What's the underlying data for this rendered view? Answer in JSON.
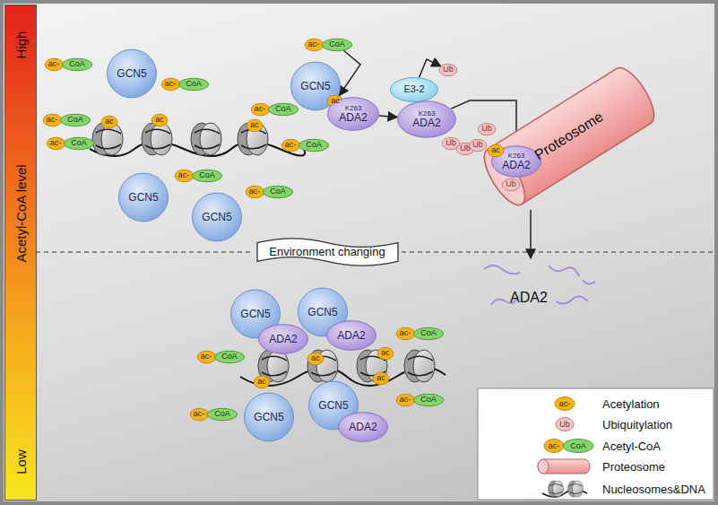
{
  "diagram": {
    "nodes": [
      {
        "text": [
          "High",
          "Acetyl-CoA level",
          "Low"
        ]
      },
      {
        "text": [
          "ac-"
        ]
      },
      {
        "text": [
          "CoA"
        ]
      },
      {
        "text": [
          "GCN5"
        ]
      },
      {
        "text": [
          "ac-"
        ]
      },
      {
        "text": [
          "CoA"
        ]
      },
      {
        "text": [
          "ac-"
        ]
      },
      {
        "text": [
          "CoA"
        ]
      },
      {
        "text": [
          "GCN5"
        ]
      },
      {
        "text": [
          "ac"
        ]
      },
      {
        "text": [
          "ADA2",
          "K263"
        ]
      },
      {
        "text": [
          "E3-2"
        ]
      },
      {
        "text": [
          "Ub"
        ]
      },
      {
        "text": [
          "ADA2",
          "K263"
        ]
      },
      {
        "text": [
          "Ub"
        ]
      },
      {
        "text": [
          "Ub"
        ]
      },
      {
        "text": [
          "Ub"
        ]
      },
      {
        "text": [
          "Ub"
        ]
      },
      {
        "text": [
          "Proteosome"
        ]
      },
      {
        "text": [
          "ADA2",
          "K263"
        ]
      },
      {
        "text": [
          "ac"
        ]
      },
      {
        "text": [
          "Ub"
        ]
      },
      {
        "text": [
          "ac-"
        ]
      },
      {
        "text": [
          "CoA"
        ]
      },
      {
        "text": [
          "ac-"
        ]
      },
      {
        "text": [
          "CoA"
        ]
      },
      {
        "text": [
          "ac-"
        ]
      },
      {
        "text": [
          "CoA"
        ]
      },
      {
        "text": [
          "ac-"
        ]
      },
      {
        "text": [
          "CoA"
        ]
      },
      {
        "text": [
          "ac"
        ]
      },
      {
        "text": [
          "ac"
        ]
      },
      {
        "text": [
          "ac"
        ]
      },
      {
        "text": [
          "GCN5"
        ]
      },
      {
        "text": [
          "ac-"
        ]
      },
      {
        "text": [
          "CoA"
        ]
      },
      {
        "text": [
          "ac-"
        ]
      },
      {
        "text": [
          "CoA"
        ]
      },
      {
        "text": [
          "GCN5"
        ]
      },
      {
        "text": [
          "Environment changing"
        ]
      },
      {
        "text": [
          "GCN5"
        ]
      },
      {
        "text": [
          "ADA2"
        ]
      },
      {
        "text": [
          "GCN5"
        ]
      },
      {
        "text": [
          "ADA2"
        ]
      },
      {
        "text": [
          "ac-"
        ]
      },
      {
        "text": [
          "CoA"
        ]
      },
      {
        "text": [
          "ac-"
        ]
      },
      {
        "text": [
          "CoA"
        ]
      },
      {
        "text": [
          "ac"
        ]
      },
      {
        "text": [
          "ac"
        ]
      },
      {
        "text": [
          "ac"
        ]
      },
      {
        "text": [
          "ac"
        ]
      },
      {
        "text": [
          "ac-"
        ]
      },
      {
        "text": [
          "CoA"
        ]
      },
      {
        "text": [
          "GCN5"
        ]
      },
      {
        "text": [
          "GCN5"
        ]
      },
      {
        "text": [
          "ADA2"
        ]
      },
      {
        "text": [
          "ac-"
        ]
      },
      {
        "text": [
          "CoA"
        ]
      }
    ],
    "edges": [
      {
        "from": 7,
        "to": 9,
        "arrow": "to"
      },
      {
        "from": 10,
        "to": 13,
        "arrow": "to"
      },
      {
        "from": 11,
        "to": 12,
        "arrow": "to"
      },
      {
        "from": 13,
        "to": 19,
        "arrow": "to"
      }
    ],
    "labels": [
      "ADA2",
      "ac-",
      "Ub",
      "ac-",
      "CoA"
    ],
    "legend": [
      {
        "text": "Acetylation"
      },
      {
        "text": "Ubiquitylation"
      },
      {
        "text": "Acetyl-CoA"
      },
      {
        "text": "Proteosome"
      },
      {
        "text": "Nucleosomes&DNA"
      }
    ]
  }
}
